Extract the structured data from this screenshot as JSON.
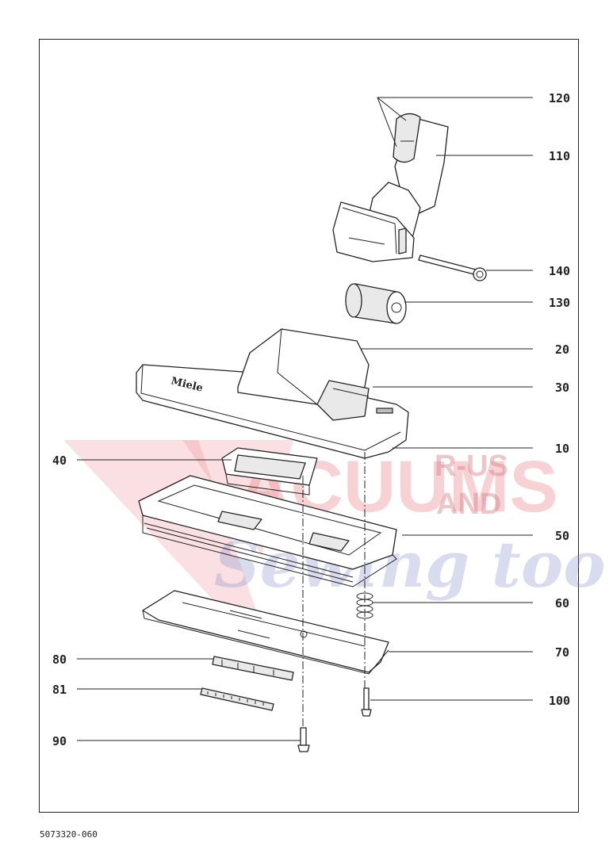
{
  "callouts": {
    "p120": "120",
    "p110": "110",
    "p140": "140",
    "p130": "130",
    "p20": "20",
    "p30": "30",
    "p10": "10",
    "p40": "40",
    "p50": "50",
    "p60": "60",
    "p70": "70",
    "p80": "80",
    "p81": "81",
    "p100": "100",
    "p90": "90"
  },
  "brand_text": "Miele",
  "watermark": {
    "letters": "V",
    "word": "ACUUMS",
    "rus": "R-US",
    "and": "AND",
    "script": "Sewing too"
  },
  "document_number": "5073320-060",
  "colors": {
    "line": "#222222",
    "watermark_red": "#e8747c",
    "watermark_blue": "#7b86c4"
  }
}
